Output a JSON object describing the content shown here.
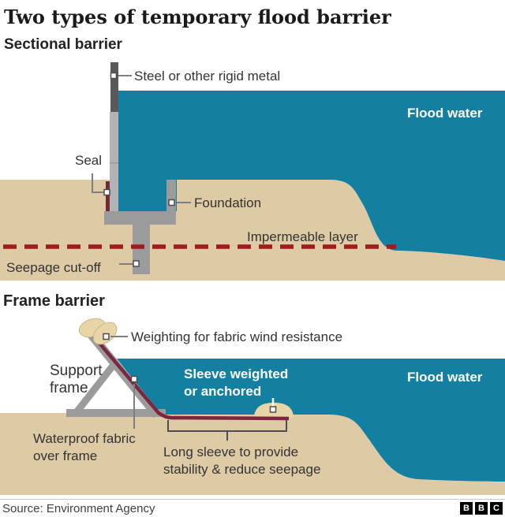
{
  "title": "Two types of temporary flood barrier",
  "colors": {
    "water": "#1380A1",
    "sand": "#DECBA5",
    "steel_dark": "#58595B",
    "wall_gray": "#B1B3B5",
    "foundation_gray": "#9B9B9B",
    "seal_dark_red": "#6E2D32",
    "fabric_dark_red": "#7E2640",
    "impermeable_dash_red": "#A2191F",
    "weight_tan": "#E9D6A8"
  },
  "sectional": {
    "heading": "Sectional barrier",
    "labels": {
      "steel": "Steel or other rigid metal",
      "flood_water": "Flood water",
      "seal": "Seal",
      "foundation": "Foundation",
      "impermeable": "Impermeable layer",
      "seepage": "Seepage cut-off"
    }
  },
  "frame": {
    "heading": "Frame barrier",
    "labels": {
      "weighting": "Weighting for fabric wind resistance",
      "support_line1": "Support",
      "support_line2": "frame",
      "sleeve_line1": "Sleeve weighted",
      "sleeve_line2": "or anchored",
      "flood_water": "Flood water",
      "waterproof_line1": "Waterproof fabric",
      "waterproof_line2": "over frame",
      "longsleeve_line1": "Long sleeve to provide",
      "longsleeve_line2": "stability & reduce seepage"
    }
  },
  "footer": {
    "source": "Source: Environment Agency",
    "bbc": {
      "b1": "B",
      "b2": "B",
      "b3": "C"
    }
  }
}
